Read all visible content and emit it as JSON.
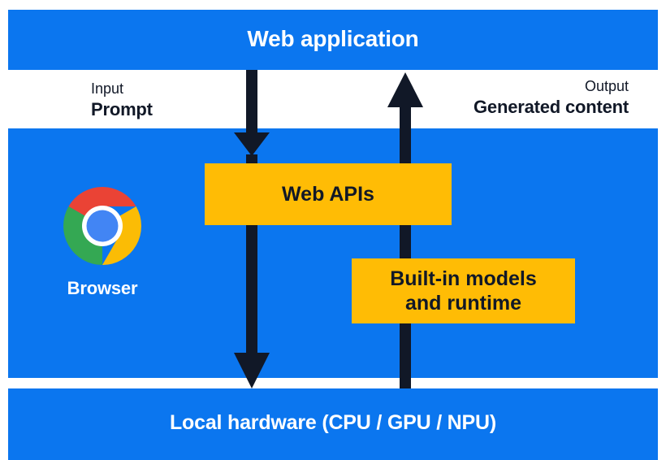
{
  "diagram": {
    "title": "Web application",
    "bands": [
      {
        "id": "web-application",
        "label": "Web application"
      },
      {
        "id": "browser",
        "label": ""
      },
      {
        "id": "local-hardware",
        "label": "Local hardware (CPU / GPU / NPU)"
      }
    ],
    "browser": {
      "icon": "chrome-logo-icon",
      "caption": "Browser"
    },
    "boxes": [
      {
        "id": "web-apis",
        "label": "Web APIs"
      },
      {
        "id": "built-in-models",
        "label": "Built-in models\nand runtime"
      }
    ],
    "flows": [
      {
        "id": "input",
        "kind": "Input",
        "value": "Prompt",
        "direction": "down",
        "icon": "arrow-down-icon"
      },
      {
        "id": "output",
        "kind": "Output",
        "value": "Generated content",
        "direction": "up",
        "icon": "arrow-up-icon"
      }
    ],
    "colors": {
      "band_blue": "#0b76ef",
      "box_yellow": "#ffbc05",
      "arrow_dark": "#111827",
      "text_on_blue": "#ffffff",
      "text_dark": "#111827",
      "page_background": "#ffffff"
    }
  }
}
